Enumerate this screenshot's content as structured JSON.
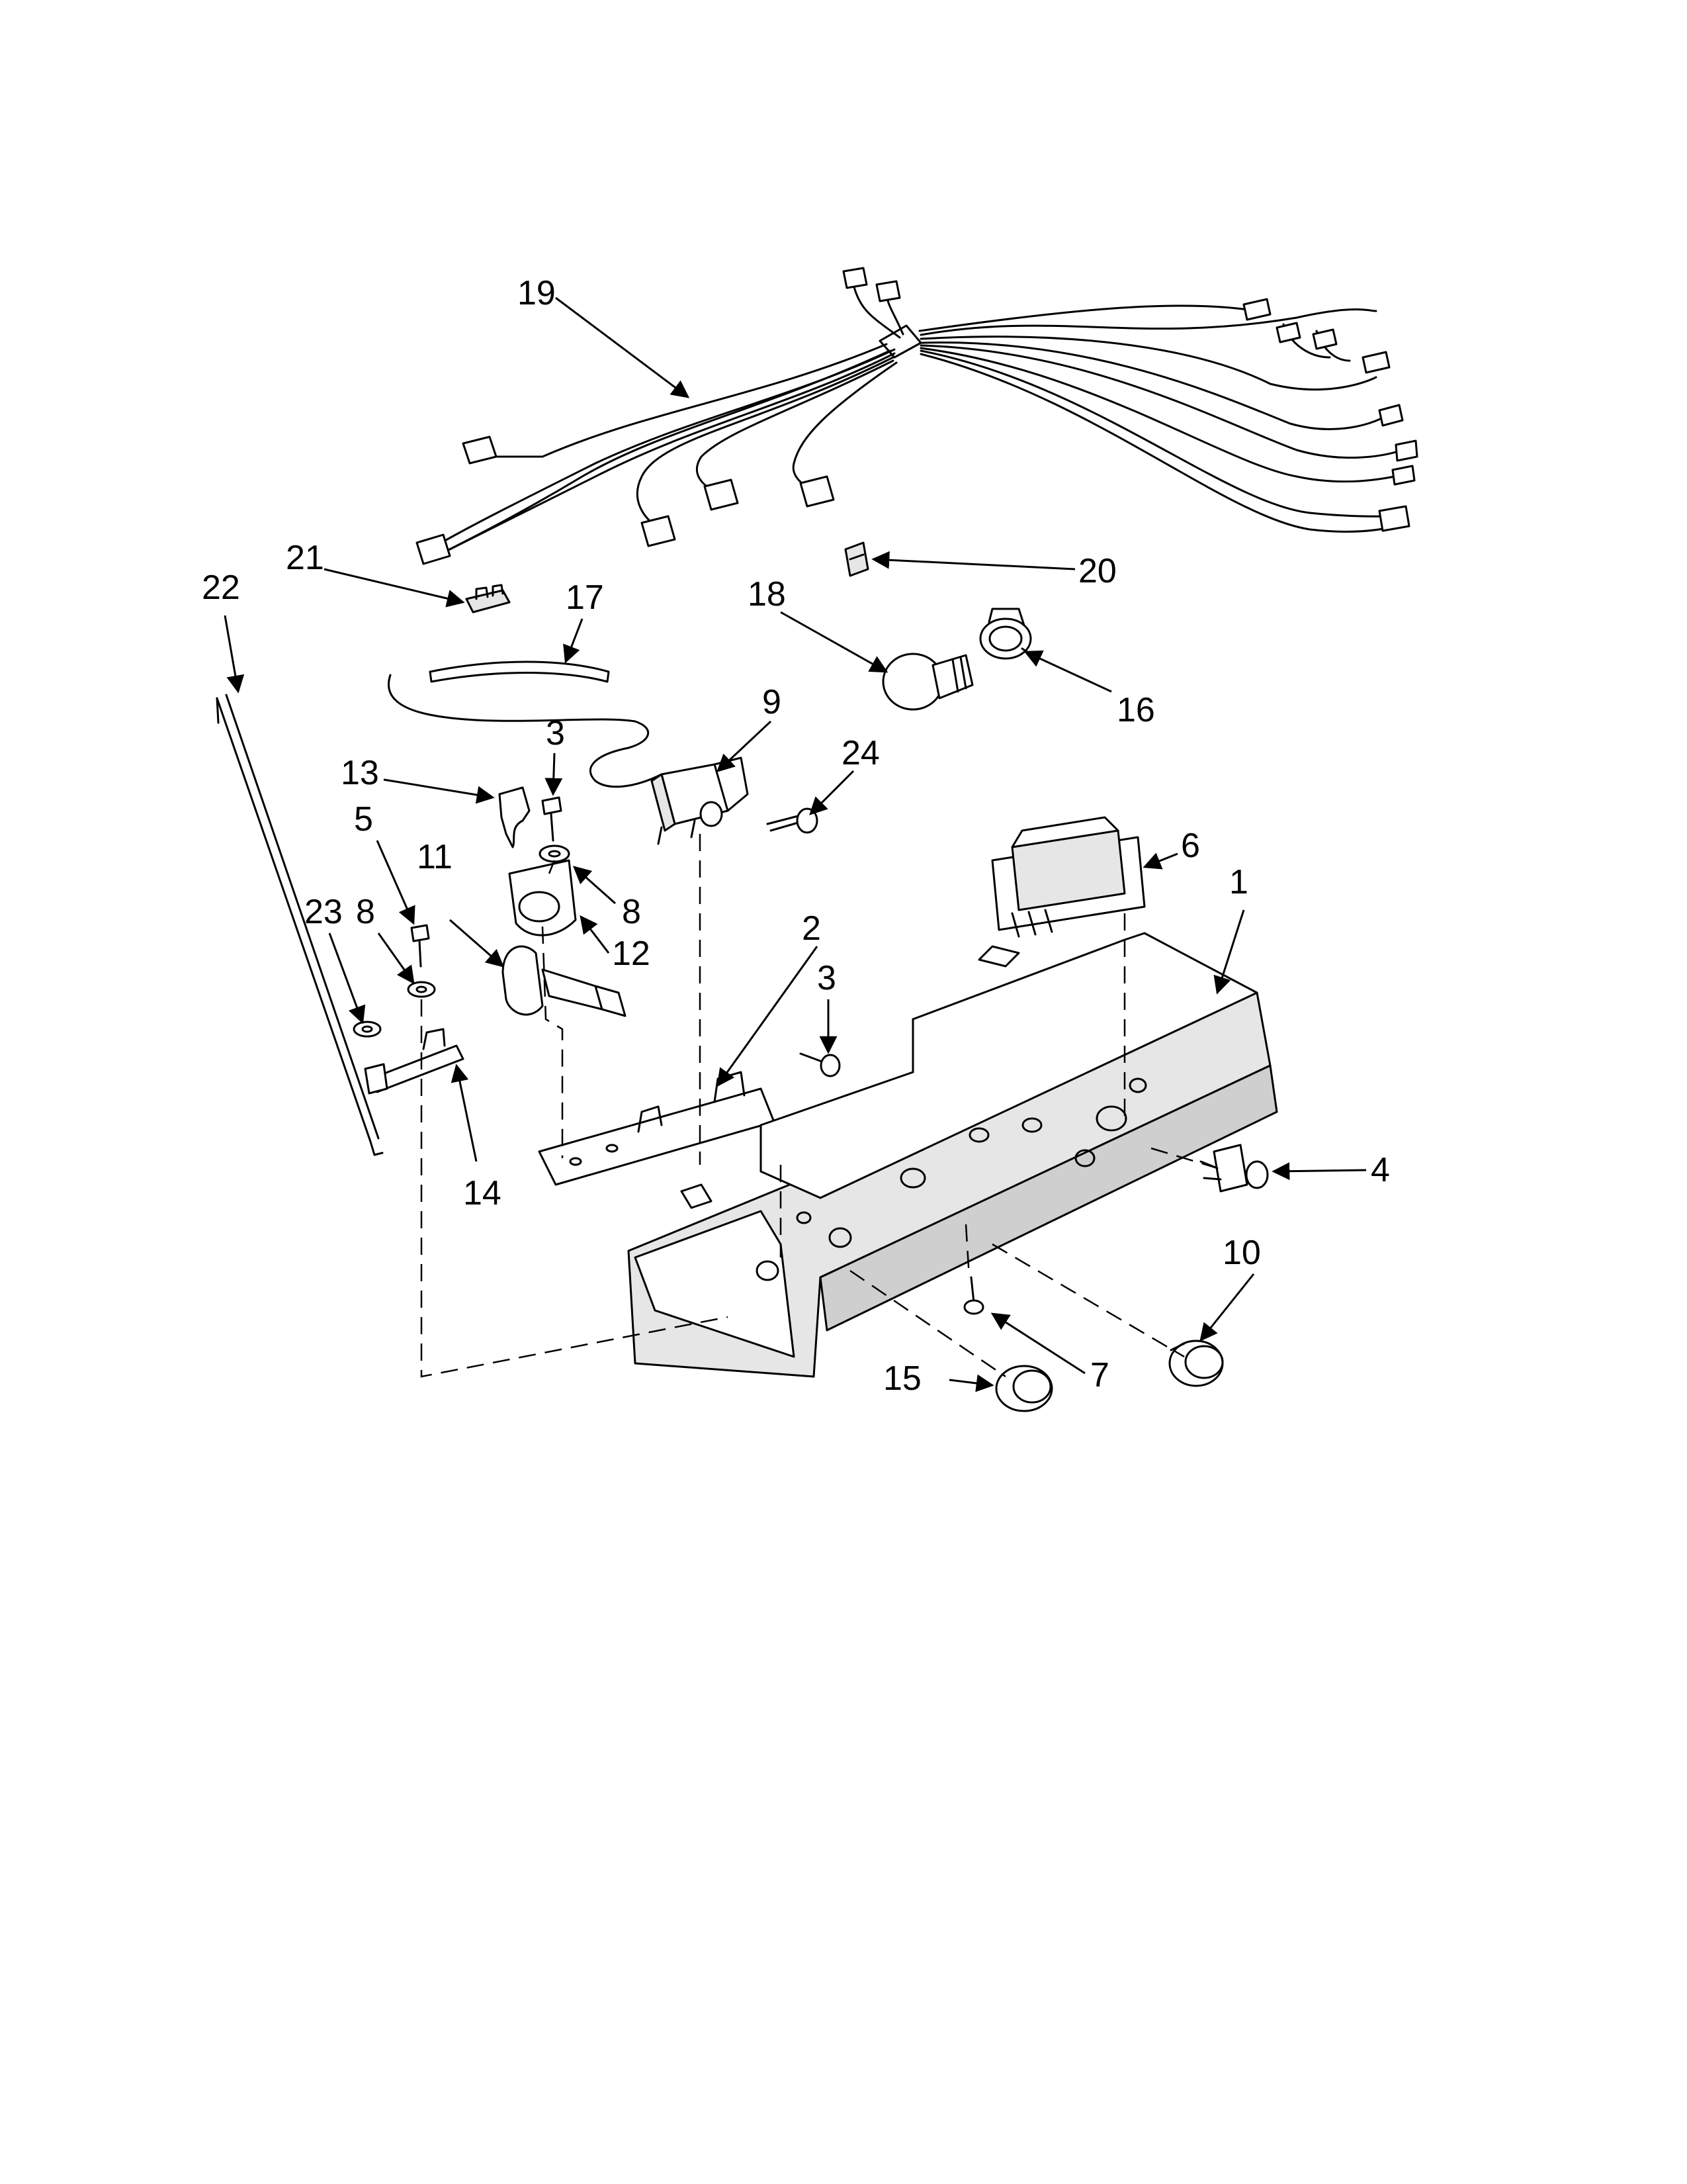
{
  "callouts": {
    "c1": "1",
    "c2": "2",
    "c3a": "3",
    "c3b": "3",
    "c4": "4",
    "c5": "5",
    "c6": "6",
    "c7": "7",
    "c8a": "8",
    "c8b": "8",
    "c9": "9",
    "c10": "10",
    "c11": "11",
    "c12": "12",
    "c13": "13",
    "c14": "14",
    "c15": "15",
    "c16": "16",
    "c17": "17",
    "c18": "18",
    "c19": "19",
    "c20": "20",
    "c21": "21",
    "c22": "22",
    "c23": "23",
    "c24": "24"
  }
}
